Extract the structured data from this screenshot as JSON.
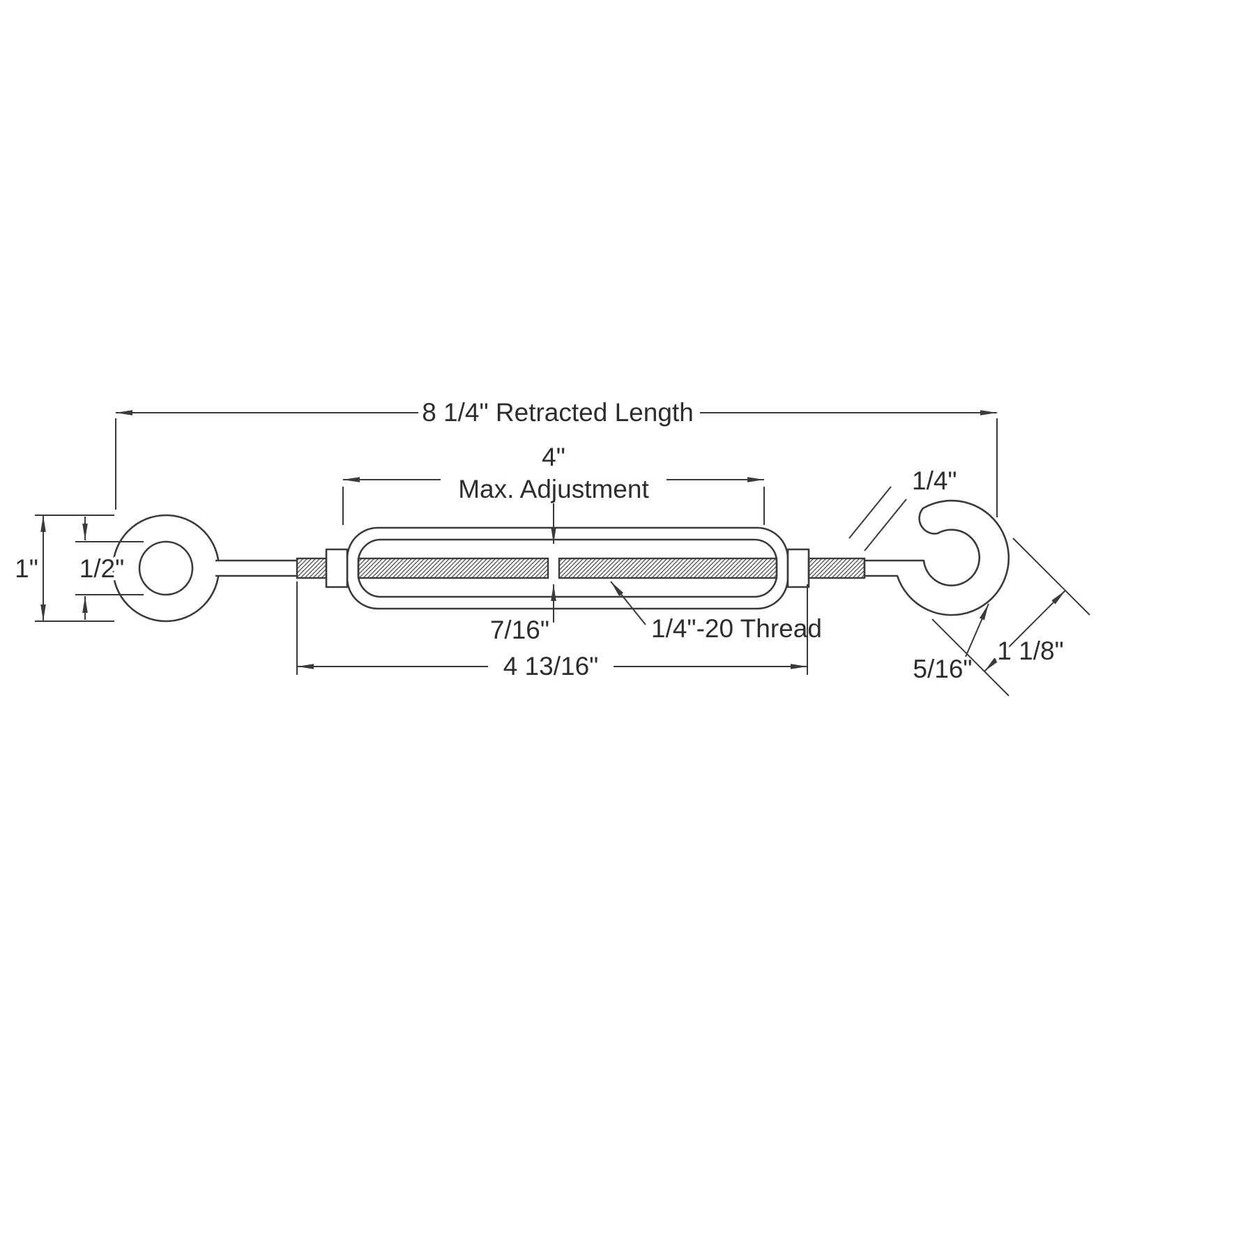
{
  "diagram": {
    "type": "technical-dimension-drawing",
    "subject": "hook-and-eye turnbuckle",
    "line_color": "#3a3a3a",
    "text_color": "#2d2d2d",
    "labels": {
      "retracted_length": "8 1/4\" Retracted Length",
      "max_adjustment_value": "4\"",
      "max_adjustment_caption": "Max. Adjustment",
      "eye_outer_diameter": "1\"",
      "eye_inner_diameter": "1/2\"",
      "rod_gap": "7/16\"",
      "thread_spec": "1/4\"-20 Thread",
      "body_length": "4 13/16\"",
      "hook_stock_diameter": "1/4\"",
      "hook_opening": "5/16\"",
      "hook_depth": "1 1/8\""
    }
  }
}
